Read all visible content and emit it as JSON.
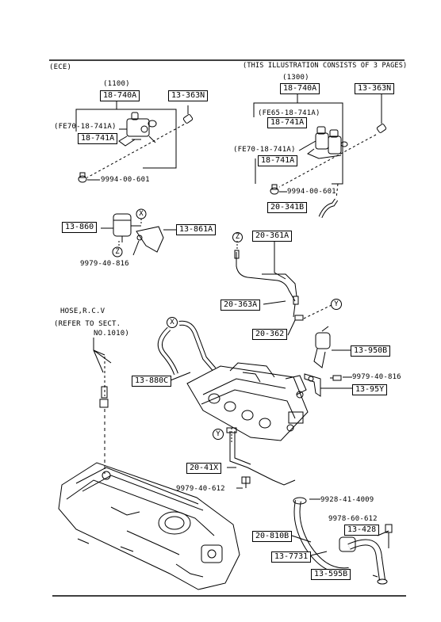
{
  "header": {
    "region": "(ECE)",
    "note": "(THIS ILLUSTRATION CONSISTS OF  3 PAGES)"
  },
  "groups": {
    "g1100": "(1100)",
    "g1300": "(1300)"
  },
  "part_numbers": {
    "p18_740A_left": "18-740A",
    "p13_363N_left": "13-363N",
    "p18_740A_right": "18-740A",
    "p13_363N_right": "13-363N",
    "p18_741A_l": "18-741A",
    "p18_741A_r1": "18-741A",
    "p18_741A_r2": "18-741A",
    "p20_341B": "20-341B",
    "p13_860": "13-860",
    "p13_861A": "13-861A",
    "p20_361A": "20-361A",
    "p20_363A": "20-363A",
    "p20_362": "20-362",
    "p13_950B": "13-950B",
    "p13_880C": "13-880C",
    "p13_95Y": "13-95Y",
    "p20_41X": "20-41X",
    "p20_810B": "20-810B",
    "p13_428": "13-428",
    "p13_7731": "13-7731",
    "p13_595B": "13-595B"
  },
  "labels": {
    "fe70_left": "(FE70-18-741A)",
    "fe65_right": "(FE65-18-741A)",
    "fe70_right": "(FE70-18-741A)",
    "bolt_9994_left": "9994-00-601",
    "bolt_9994_right": "9994-00-601",
    "bolt_9979_816_a": "9979-40-816",
    "bolt_9979_816_b": "9979-40-816",
    "bolt_9979_612": "9979-40-612",
    "clamp_9928": "9928-41-4009",
    "bolt_9978": "9978-60-612",
    "hose_note_1": "HOSE,R.C.V",
    "hose_note_2": "(REFER TO SECT.",
    "hose_note_3": "NO.1010)"
  },
  "callouts": {
    "x1": "X",
    "x2": "X",
    "z1": "Z",
    "z2": "Z",
    "y1": "Y",
    "y2": "Y"
  }
}
